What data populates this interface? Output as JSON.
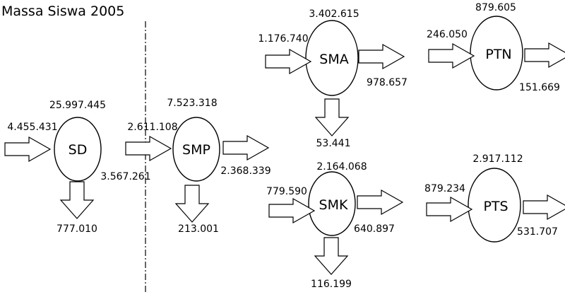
{
  "title": "Massa Siswa 2005",
  "nodes": {
    "sd": {
      "label": "SD",
      "total": "25.997.445",
      "inflow": "4.455.431",
      "outflow_right": "3.567.261",
      "outflow_down": "777.010"
    },
    "smp": {
      "label": "SMP",
      "total": "7.523.318",
      "inflow": "2.611.108",
      "outflow_right": "2.368.339",
      "outflow_down": "213.001"
    },
    "sma": {
      "label": "SMA",
      "total": "3.402.615",
      "inflow": "1.176.740",
      "outflow_right": "978.657",
      "outflow_down": "53.441"
    },
    "smk": {
      "label": "SMK",
      "total": "2.164.068",
      "inflow": "779.590",
      "outflow_right": "640.897",
      "outflow_down": "116.199"
    },
    "ptn": {
      "label": "PTN",
      "total": "879.605",
      "inflow": "246.050",
      "outflow_right": "151.669"
    },
    "pts": {
      "label": "PTS",
      "total": "2.917.112",
      "inflow": "879.234",
      "outflow_right": "531.707"
    }
  }
}
